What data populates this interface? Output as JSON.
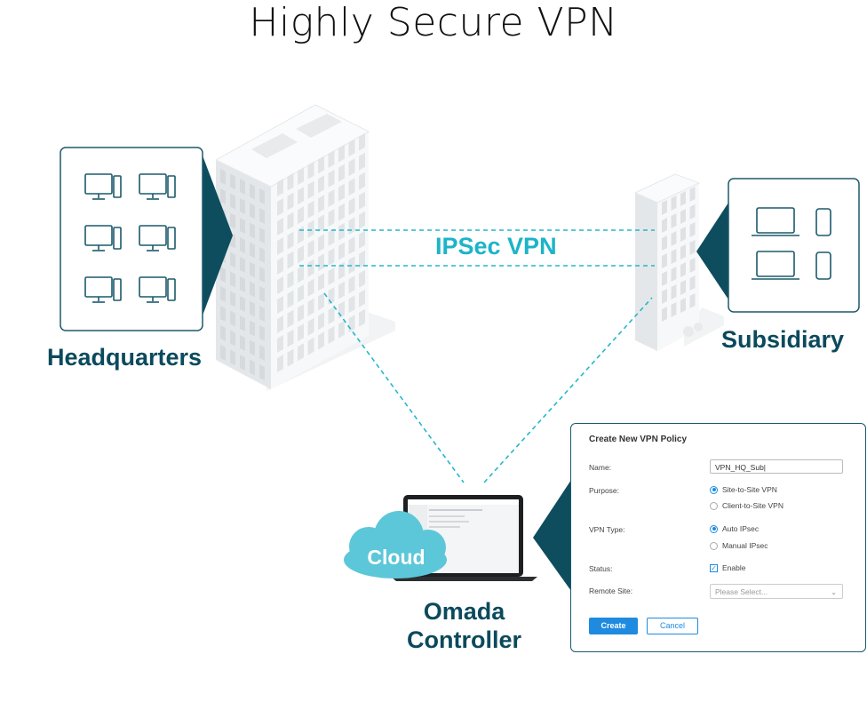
{
  "title": "Highly Secure VPN",
  "links": {
    "ipsec_label": "IPSec VPN"
  },
  "sites": {
    "headquarters": "Headquarters",
    "subsidiary": "Subsidiary",
    "cloud": "Cloud",
    "controller_line1": "Omada",
    "controller_line2": "Controller"
  },
  "colors": {
    "dark_teal": "#0b4a5c",
    "cyan": "#1cb4c9",
    "accent_blue": "#1e8be0"
  },
  "policy_form": {
    "title": "Create New VPN Policy",
    "name_label": "Name:",
    "name_value": "VPN_HQ_Sub|",
    "purpose_label": "Purpose:",
    "purpose_options": [
      "Site-to-Site VPN",
      "Client-to-Site VPN"
    ],
    "vpn_type_label": "VPN Type:",
    "vpn_type_options": [
      "Auto IPsec",
      "Manual IPsec"
    ],
    "status_label": "Status:",
    "status_option": "Enable",
    "remote_site_label": "Remote Site:",
    "remote_site_placeholder": "Please Select...",
    "create_label": "Create",
    "cancel_label": "Cancel"
  }
}
